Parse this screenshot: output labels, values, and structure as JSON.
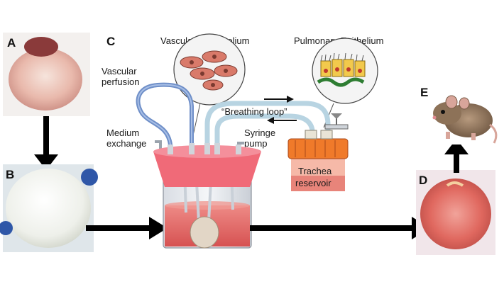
{
  "panels": {
    "a": "A",
    "b": "B",
    "c": "C",
    "d": "D",
    "e": "E"
  },
  "labels": {
    "vascular_endothelium": "Vascular Endothelium",
    "pulmonary_epithelium": "Pulmonary Epithelium",
    "vascular_perfusion_1": "Vascular",
    "vascular_perfusion_2": "perfusion",
    "breathing_loop": "“Breathing loop”",
    "medium_exchange_1": "Medium",
    "medium_exchange_2": "exchange",
    "syringe_pump_1": "Syringe",
    "syringe_pump_2": "pump",
    "trachea_reservoir_1": "Trachea",
    "trachea_reservoir_2": "reservoir"
  },
  "colors": {
    "arrow": "#000000",
    "bioreactor_lid": "#f06a78",
    "medium": "#e46060",
    "reservoir_cap": "#f07a2a",
    "tubing_blue": "#6f8fc8",
    "tubing_light": "#b8d4e2"
  }
}
